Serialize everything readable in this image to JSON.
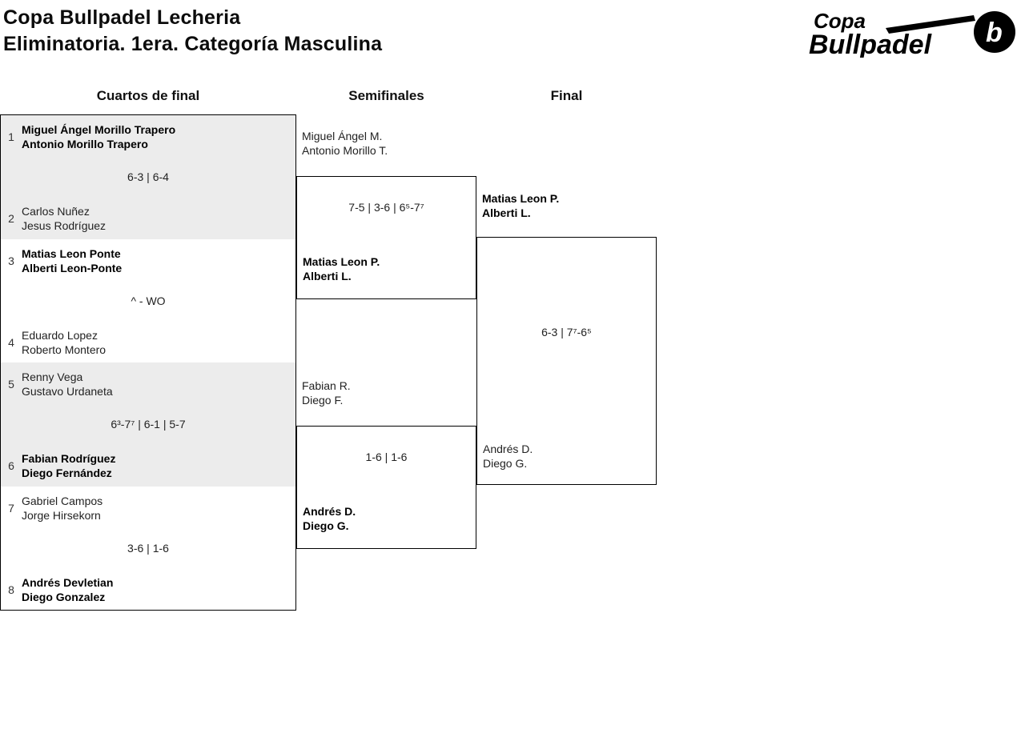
{
  "header": {
    "title": "Copa Bullpadel Lecheria",
    "subtitle": "Eliminatoria. 1era. Categoría Masculina"
  },
  "logo": {
    "line1": "Copa",
    "line2": "Bullpadel",
    "ball_letter": "b"
  },
  "rounds": {
    "quarterfinals": "Cuartos de final",
    "semifinals": "Semifinales",
    "final": "Final"
  },
  "quarterfinals": [
    {
      "seed1": "1",
      "team1": {
        "p1": "Miguel Ángel Morillo Trapero",
        "p2": "Antonio Morillo Trapero"
      },
      "score": "6-3 | 6-4",
      "seed2": "2",
      "team2": {
        "p1": "Carlos Nuñez",
        "p2": "Jesus Rodríguez"
      },
      "winner": "team1"
    },
    {
      "seed1": "3",
      "team1": {
        "p1": "Matias Leon Ponte",
        "p2": "Alberti Leon-Ponte"
      },
      "score": "^ - WO",
      "seed2": "4",
      "team2": {
        "p1": "Eduardo Lopez",
        "p2": "Roberto Montero"
      },
      "winner": "team1"
    },
    {
      "seed1": "5",
      "team1": {
        "p1": "Renny Vega",
        "p2": "Gustavo Urdaneta"
      },
      "score": "6³-7⁷ | 6-1 | 5-7",
      "seed2": "6",
      "team2": {
        "p1": "Fabian Rodríguez",
        "p2": "Diego Fernández"
      },
      "winner": "team2"
    },
    {
      "seed1": "7",
      "team1": {
        "p1": "Gabriel Campos",
        "p2": "Jorge Hirsekorn"
      },
      "score": "3-6 | 1-6",
      "seed2": "8",
      "team2": {
        "p1": "Andrés Devletian",
        "p2": "Diego Gonzalez"
      },
      "winner": "team2"
    }
  ],
  "semifinals": [
    {
      "team1": {
        "p1": "Miguel Ángel M.",
        "p2": "Antonio Morillo T."
      },
      "score": "7-5 | 3-6 | 6⁵-7⁷",
      "team2": {
        "p1": "Matias Leon P.",
        "p2": "Alberti L."
      },
      "winner": "team2"
    },
    {
      "team1": {
        "p1": "Fabian R.",
        "p2": "Diego F."
      },
      "score": "1-6 | 1-6",
      "team2": {
        "p1": "Andrés D.",
        "p2": "Diego G."
      },
      "winner": "team2"
    }
  ],
  "final": {
    "team1": {
      "p1": "Matias Leon P.",
      "p2": "Alberti L."
    },
    "score": "6-3 | 7⁷-6⁵",
    "team2": {
      "p1": "Andrés D.",
      "p2": "Diego G."
    },
    "winner": "team1"
  }
}
